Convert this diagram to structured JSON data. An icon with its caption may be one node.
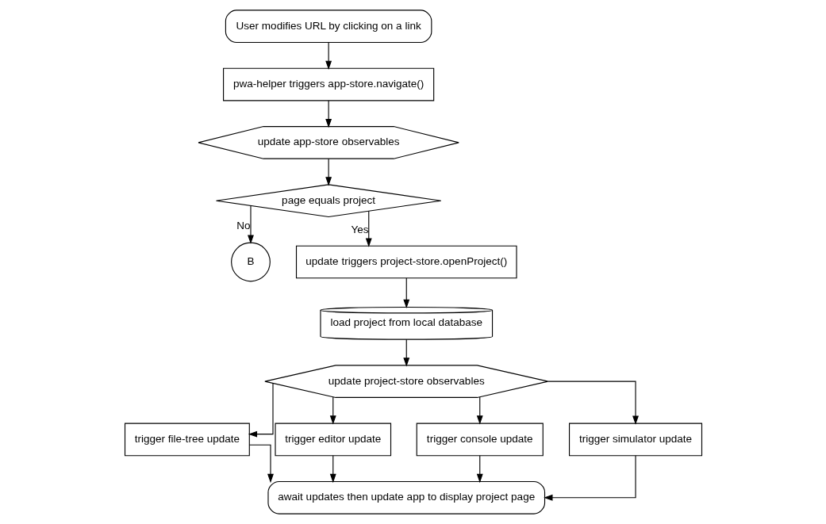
{
  "diagram": {
    "nodes": [
      {
        "text": [
          "User modifies URL by clicking on a link"
        ]
      },
      {
        "text": [
          "pwa-helper triggers app-store.navigate()"
        ]
      },
      {
        "text": [
          "update app-store observables"
        ]
      },
      {
        "text": [
          "page equals project"
        ]
      },
      {
        "text": [
          "B"
        ]
      },
      {
        "text": [
          "update triggers project-store.openProject()"
        ]
      },
      {
        "text": [
          "load project from local database"
        ]
      },
      {
        "text": [
          "update project-store observables"
        ]
      },
      {
        "text": [
          "trigger file-tree update"
        ]
      },
      {
        "text": [
          "trigger editor update"
        ]
      },
      {
        "text": [
          "trigger console update"
        ]
      },
      {
        "text": [
          "trigger simulator update"
        ]
      },
      {
        "text": [
          "await updates then update app to display project page"
        ]
      }
    ],
    "edges": [
      {
        "from": 0,
        "to": 1,
        "arrow": "to"
      },
      {
        "from": 1,
        "to": 2,
        "arrow": "to"
      },
      {
        "from": 2,
        "to": 3,
        "arrow": "to"
      },
      {
        "from": 3,
        "to": 4,
        "arrow": "to",
        "label": "No"
      },
      {
        "from": 3,
        "to": 5,
        "arrow": "to",
        "label": "Yes"
      },
      {
        "from": 5,
        "to": 6,
        "arrow": "to"
      },
      {
        "from": 6,
        "to": 7,
        "arrow": "to"
      },
      {
        "from": 7,
        "to": 8,
        "arrow": "to"
      },
      {
        "from": 7,
        "to": 9,
        "arrow": "to"
      },
      {
        "from": 7,
        "to": 10,
        "arrow": "to"
      },
      {
        "from": 7,
        "to": 11,
        "arrow": "to"
      },
      {
        "from": 8,
        "to": 12,
        "arrow": "to"
      },
      {
        "from": 9,
        "to": 12,
        "arrow": "to"
      },
      {
        "from": 10,
        "to": 12,
        "arrow": "to"
      },
      {
        "from": 11,
        "to": 12,
        "arrow": "to"
      }
    ]
  }
}
